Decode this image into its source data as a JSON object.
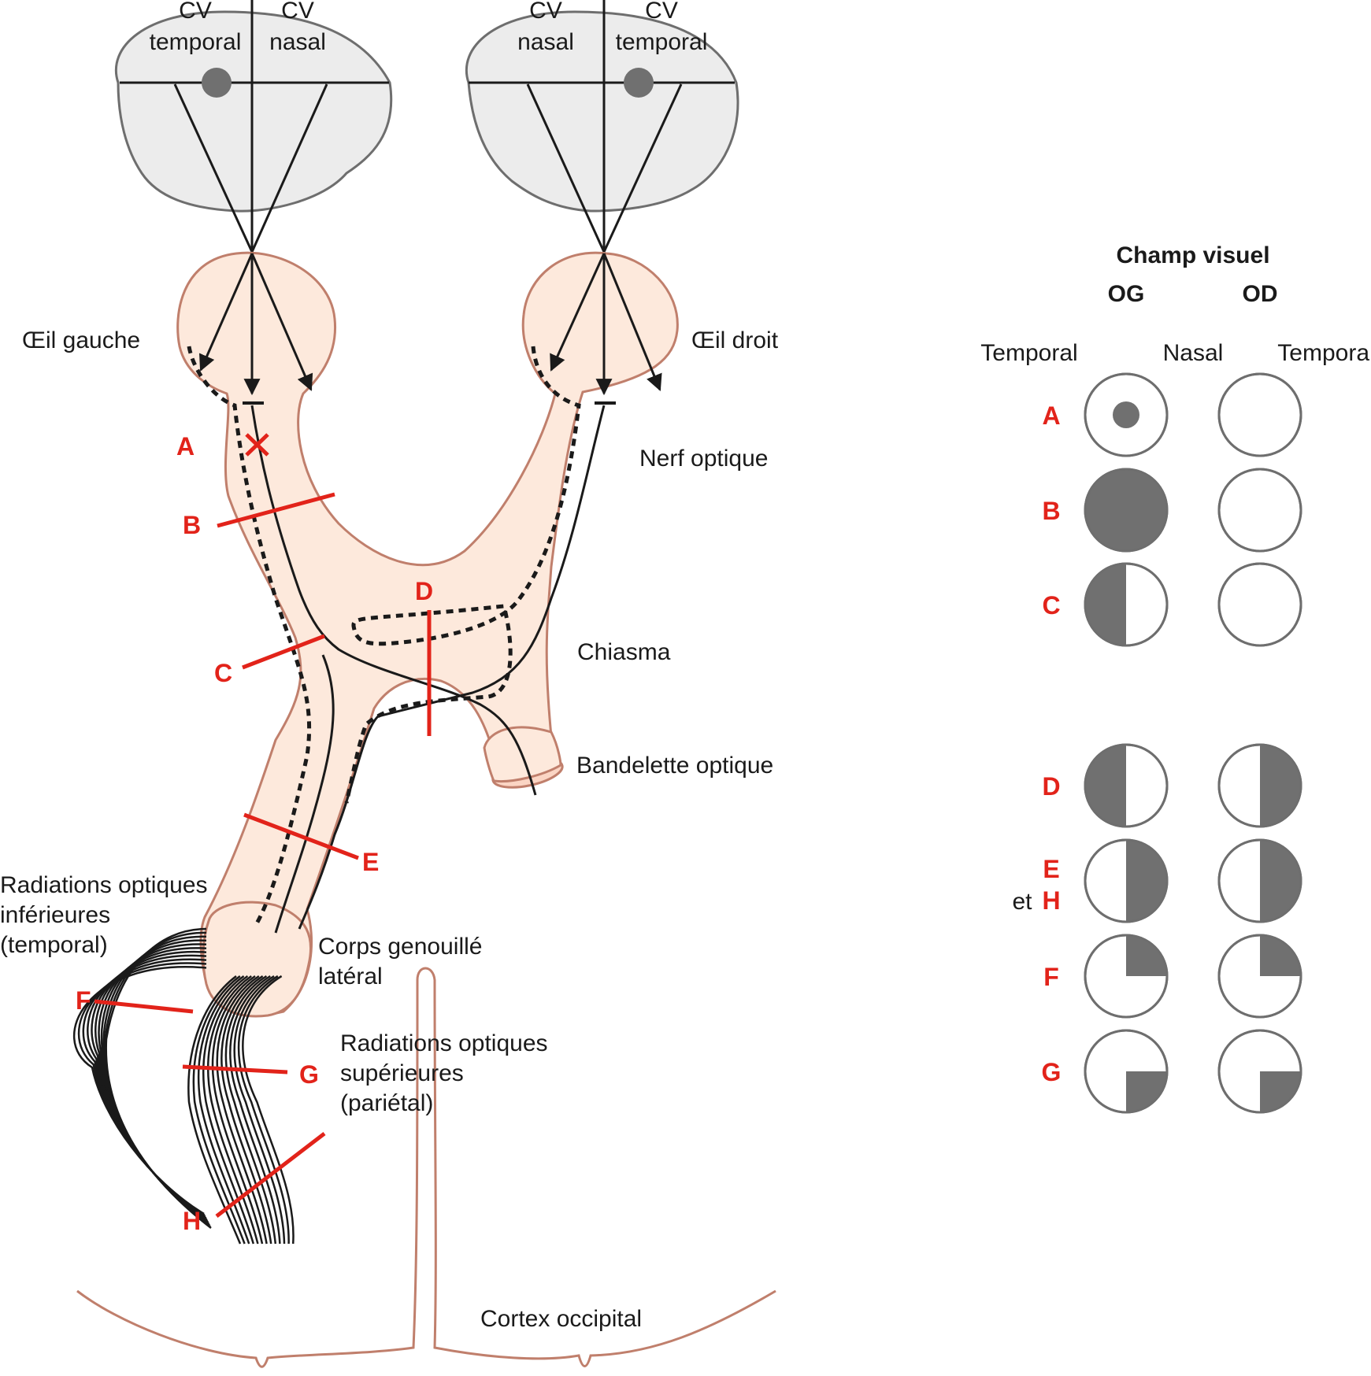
{
  "fields": {
    "left": {
      "temporal": [
        "CV",
        "temporal"
      ],
      "nasal": [
        "CV",
        "nasal"
      ]
    },
    "right": {
      "nasal": [
        "CV",
        "nasal"
      ],
      "temporal": [
        "CV",
        "temporal"
      ]
    }
  },
  "labels": {
    "eye_left": "Œil gauche",
    "eye_right": "Œil droit",
    "optic_nerve": "Nerf optique",
    "chiasm": "Chiasma",
    "optic_tract": "Bandelette optique",
    "lgn": [
      "Corps genouillé",
      "latéral"
    ],
    "inferior_radiations": [
      "Radiations optiques",
      "inférieures",
      "(temporal)"
    ],
    "superior_radiations": [
      "Radiations optiques",
      "supérieures",
      "(pariétal)"
    ],
    "cortex": "Cortex occipital"
  },
  "lesions": [
    "A",
    "B",
    "C",
    "D",
    "E",
    "F",
    "G",
    "H"
  ],
  "panel": {
    "title": "Champ visuel",
    "og": "OG",
    "od": "OD",
    "temporal_left": "Temporal",
    "nasal": "Nasal",
    "temporal_right": "Temporal",
    "and": "et",
    "rows": [
      {
        "label": "A",
        "og": "central scotoma",
        "od": "normal"
      },
      {
        "label": "B",
        "og": "full loss",
        "od": "normal"
      },
      {
        "label": "C",
        "og": "temporal half loss",
        "od": "normal"
      },
      {
        "label": "D",
        "og": "temporal half loss",
        "od": "temporal half loss"
      },
      {
        "label": "E",
        "label2": "H",
        "og": "right half loss",
        "od": "right half loss"
      },
      {
        "label": "F",
        "og": "upper right quadrant loss",
        "od": "upper right quadrant loss"
      },
      {
        "label": "G",
        "og": "lower right quadrant loss",
        "od": "lower right quadrant loss"
      }
    ]
  },
  "colors": {
    "lesion": "#e2231a",
    "defect": "#707070",
    "tract": "#fde9dc",
    "tract_border": "#c07f6c"
  }
}
